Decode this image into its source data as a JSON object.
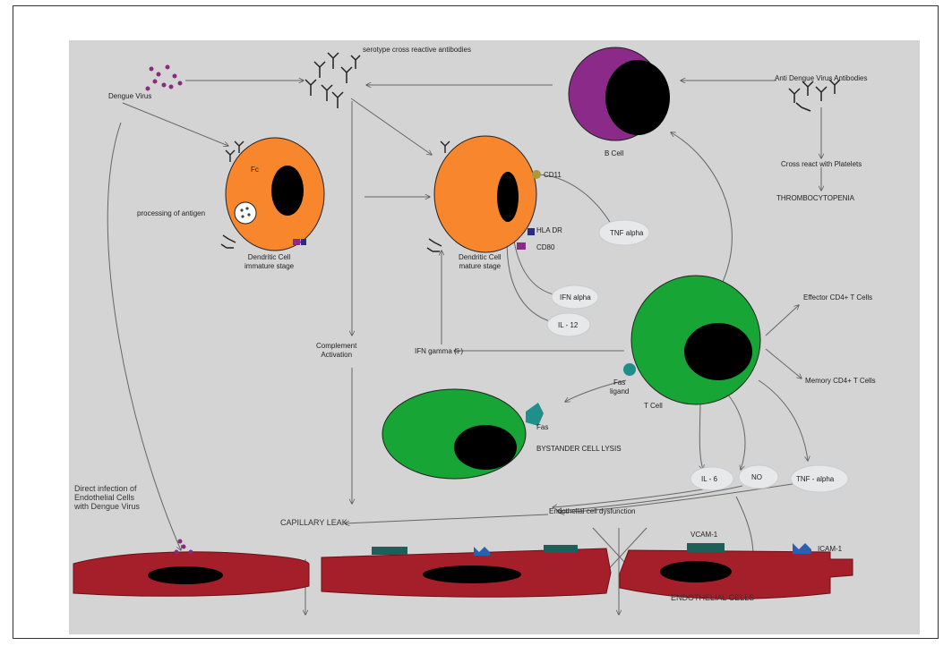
{
  "labels": {
    "serotype_cross_reactive_antibodies": "serotype cross reactive antibodies",
    "anti_dengue_virus_antibodies": "Anti Dengue Virus Antibodies",
    "dengue_virus": "Dengue Virus",
    "b_cell": "B Cell",
    "cross_react_with_platelets": "Cross react with Platelets",
    "thrombocytopenia": "THROMBOCYTOPENIA",
    "fc": "Fc",
    "processing_of_antigen": "processing of antigen",
    "dendritic_cell_immature": "Dendritic Cell\nimmature stage",
    "cd11": "CD11",
    "hla_dr": "HLA DR",
    "cd80": "CD80",
    "tnf_alpha_top": "TNF alpha",
    "dendritic_cell_mature": "Dendritic Cell\nmature stage",
    "ifn_alpha": "IFN alpha",
    "il_12": "IL - 12",
    "effector_cd4": "Effector CD4+ T Cells",
    "memory_cd4": "Memory CD4+ T Cells",
    "complement_activation": "Complement\nActivation",
    "ifn_gamma": "IFN gamma (+)",
    "fas_ligand": "Fas\nligand",
    "t_cell": "T Cell",
    "fas": "Fas",
    "bystander_cell_lysis": "BYSTANDER CELL LYSIS",
    "il_6": "IL - 6",
    "no": "NO",
    "tnf_alpha_bottom": "TNF - alpha",
    "direct_infection": "Direct infection of\nEndothelial Cells\nwith Dengue Virus",
    "capillary_leak": "CAPILLARY LEAK",
    "endothelial_dysfunction": "Endothelial cell dysfunction",
    "vcam1": "VCAM-1",
    "icam1": "ICAM-1",
    "endothelial_cells": "ENDOTHELIAL CELLS"
  },
  "colors": {
    "panel_background": "#d4d4d4",
    "dendritic_cell": "#f7862d",
    "b_cell": "#8c2a89",
    "t_cell": "#17a535",
    "endothelium": "#a51f2a",
    "nucleus": "#000000",
    "virus": "#8a2a7e",
    "fas_receptor": "#1f8f8a",
    "vcam": "#1f5f5a",
    "icam": "#2b5fb0",
    "cytokine_cloud": "#e6e8ea"
  },
  "icons": {
    "virus": "purple-dot-cluster",
    "antibody": "y-shaped-antibody",
    "cytokine": "cloud"
  }
}
